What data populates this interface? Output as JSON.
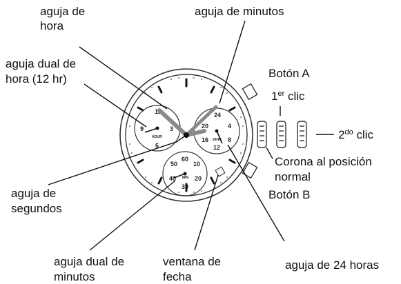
{
  "labels": {
    "hour_hand": [
      "aguja de",
      "hora"
    ],
    "minute_hand": "aguja de minutos",
    "dual_hour_hand": [
      "aguja dual de",
      "hora (12 hr)"
    ],
    "button_a": "Botón A",
    "first_click_main": "1",
    "first_click_sup": "er",
    "first_click_rest": " clic",
    "second_click_main": "2",
    "second_click_sup": "do",
    "second_click_rest": " clic",
    "crown": [
      "Corona al posición",
      "normal"
    ],
    "button_b": "Botón B",
    "seconds_hand": [
      "aguja de",
      "segundos"
    ],
    "dual_minute_hand": [
      "aguja dual de",
      "minutos"
    ],
    "date_window": [
      "ventana de",
      "fecha"
    ],
    "hand_24h": "aguja de 24 horas"
  },
  "dials": {
    "left": {
      "n12": "12",
      "n3": "3",
      "n9": "9",
      "n6": "6",
      "name": "HOUR"
    },
    "right": {
      "n24": "24",
      "n4": "4",
      "n20": "20",
      "n16": "16",
      "n8": "8",
      "n12": "12",
      "name": "24HR"
    },
    "bottom": {
      "n60": "60",
      "n10": "10",
      "n50": "50",
      "n20": "20",
      "n40": "40",
      "n30": "30",
      "name": "MIN"
    }
  },
  "colors": {
    "ink": "#111111",
    "hands": "#8a8a8a"
  }
}
